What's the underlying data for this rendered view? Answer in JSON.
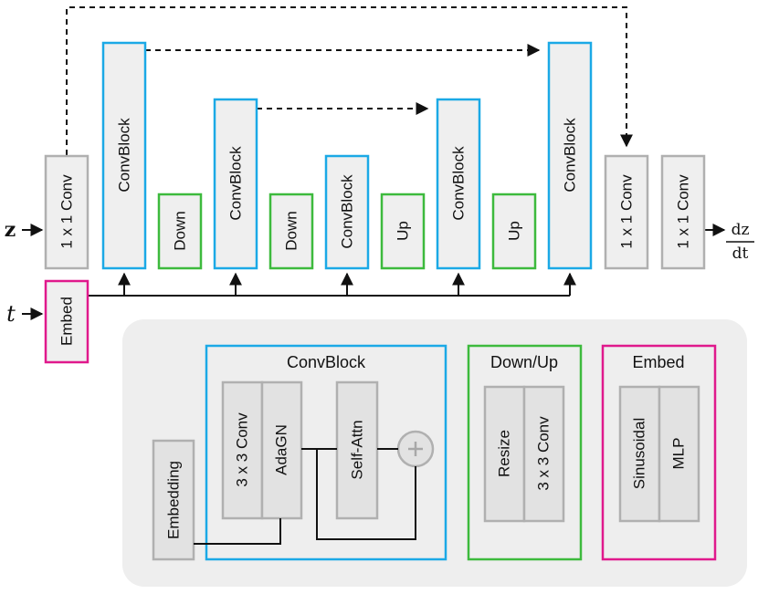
{
  "inputs": {
    "z": "z",
    "t": "t"
  },
  "output": {
    "numerator": "dz",
    "denominator": "dt"
  },
  "main": {
    "conv_in": "1 x 1 Conv",
    "embed": "Embed",
    "enc_block1": "ConvBlock",
    "down1": "Down",
    "enc_block2": "ConvBlock",
    "down2": "Down",
    "mid_block": "ConvBlock",
    "up1": "Up",
    "dec_block1": "ConvBlock",
    "up2": "Up",
    "dec_block2": "ConvBlock",
    "conv_out1": "1 x 1 Conv",
    "conv_out2": "1 x 1 Conv"
  },
  "legend": {
    "convblock": {
      "title": "ConvBlock",
      "embedding": "Embedding",
      "conv": "3 x 3 Conv",
      "adagn": "AdaGN",
      "selfattn": "Self-Attn"
    },
    "downup": {
      "title": "Down/Up",
      "resize": "Resize",
      "conv": "3 x 3 Conv"
    },
    "embed": {
      "title": "Embed",
      "sinusoidal": "Sinusoidal",
      "mlp": "MLP"
    }
  },
  "colors": {
    "convblock": "#1ba9e6",
    "downup": "#3dba3d",
    "embed": "#e0198c",
    "neutral": "#b0b0b0",
    "fill": "#efefef",
    "panel": "#eeeeee"
  }
}
